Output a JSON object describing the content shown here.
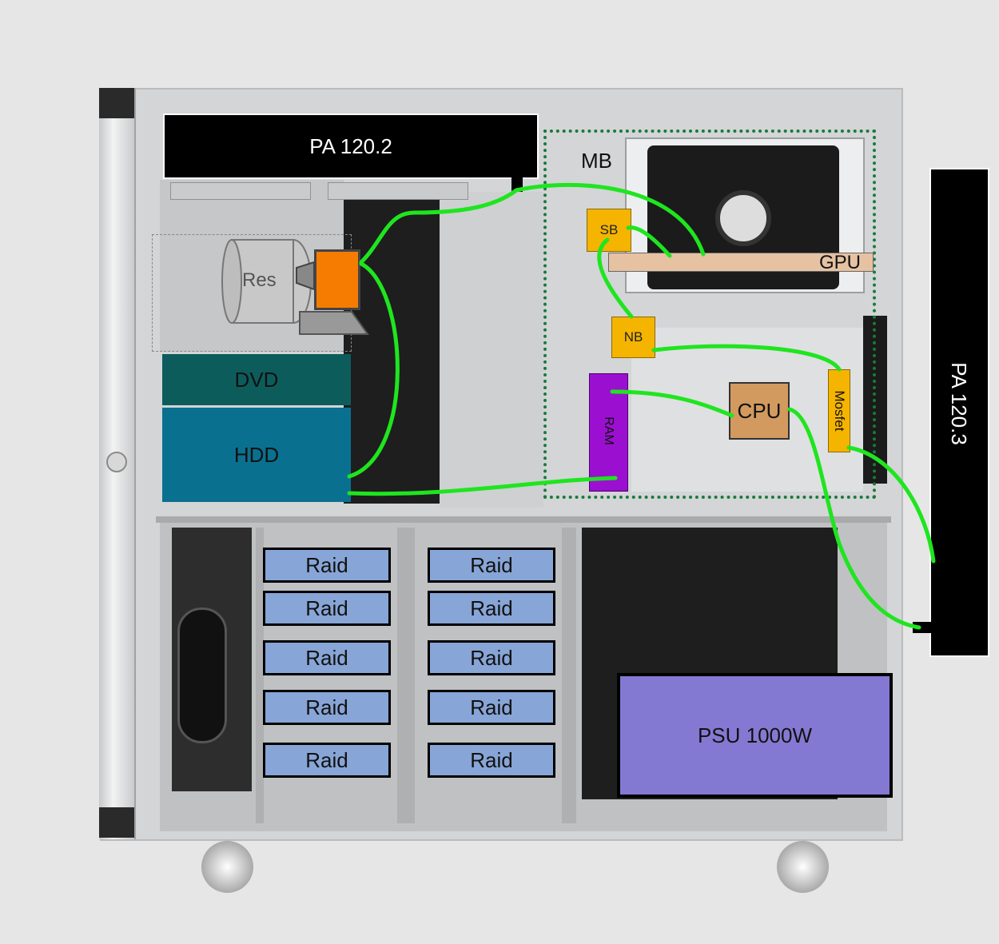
{
  "labels": {
    "radiator_top": "PA 120.2",
    "radiator_side": "PA 120.3",
    "motherboard": "MB",
    "reservoir": "Res",
    "dvd": "DVD",
    "hdd": "HDD",
    "southbridge": "SB",
    "northbridge": "NB",
    "gpu": "GPU",
    "ram": "RAM",
    "cpu": "CPU",
    "mosfet": "Mosfet",
    "psu": "PSU 1000W",
    "raid": [
      "Raid",
      "Raid",
      "Raid",
      "Raid",
      "Raid",
      "Raid",
      "Raid",
      "Raid",
      "Raid",
      "Raid"
    ]
  },
  "colors": {
    "tubing": "#1fe51f",
    "pump": "#f57c00",
    "dvd": "#0d5c5c",
    "hdd": "#0a7090",
    "chip": "#f4b400",
    "gpu": "#e6c2a2",
    "cpu": "#d29a5e",
    "ram": "#9b10d0",
    "psu": "#8479d2",
    "raid": "#87a5d6",
    "mb_outline": "#1a7a3a"
  }
}
